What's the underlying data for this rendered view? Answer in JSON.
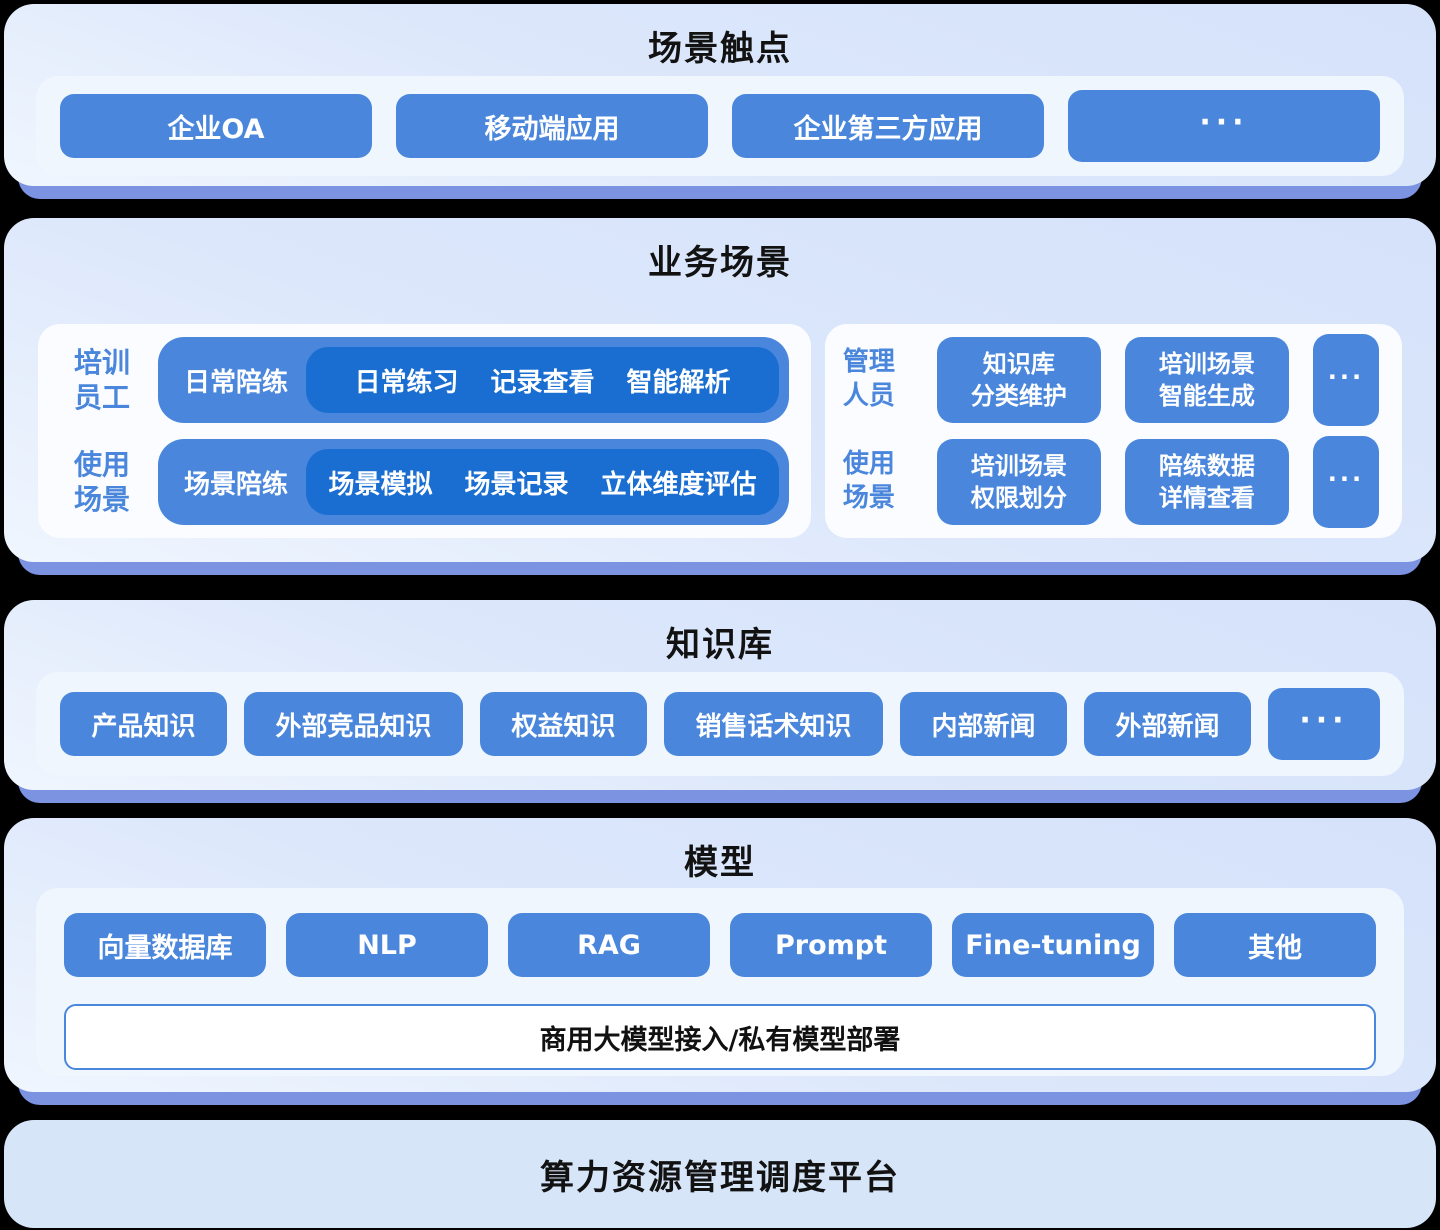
{
  "colors": {
    "accent_blue": "#4a87dc",
    "deep_pill_blue": "#1a6ed2",
    "label_blue": "#4a86db",
    "layer_shadow": "#7b93e0",
    "layer_gradient_top": "#d5e2fa",
    "tray_bg": "#f0f6fe",
    "panel_bg": "#fafcff",
    "base_layer_bg": "#d7e5f9",
    "title_text": "#121212",
    "button_text": "#ffffff"
  },
  "layers": {
    "touchpoints": {
      "title": "场景触点",
      "buttons": [
        "企业OA",
        "移动端应用",
        "企业第三方应用"
      ],
      "more": "···"
    },
    "business": {
      "title": "业务场景",
      "left": {
        "rows": [
          {
            "label": [
              "培训",
              "员工"
            ],
            "pill": "日常陪练",
            "items": [
              "日常练习",
              "记录查看",
              "智能解析"
            ]
          },
          {
            "label": [
              "使用",
              "场景"
            ],
            "pill": "场景陪练",
            "items": [
              "场景模拟",
              "场景记录",
              "立体维度评估"
            ]
          }
        ]
      },
      "right": {
        "rows": [
          {
            "label": [
              "管理",
              "人员"
            ],
            "buttons": [
              [
                "知识库",
                "分类维护"
              ],
              [
                "培训场景",
                "智能生成"
              ]
            ],
            "more": "···"
          },
          {
            "label": [
              "使用",
              "场景"
            ],
            "buttons": [
              [
                "培训场景",
                "权限划分"
              ],
              [
                "陪练数据",
                "详情查看"
              ]
            ],
            "more": "···"
          }
        ]
      }
    },
    "knowledge": {
      "title": "知识库",
      "buttons": [
        "产品知识",
        "外部竞品知识",
        "权益知识",
        "销售话术知识",
        "内部新闻",
        "外部新闻"
      ],
      "more": "···"
    },
    "model": {
      "title": "模型",
      "buttons": [
        "向量数据库",
        "NLP",
        "RAG",
        "Prompt",
        "Fine-tuning",
        "其他"
      ],
      "bar": "商用大模型接入/私有模型部署"
    },
    "platform": {
      "title": "算力资源管理调度平台"
    }
  }
}
